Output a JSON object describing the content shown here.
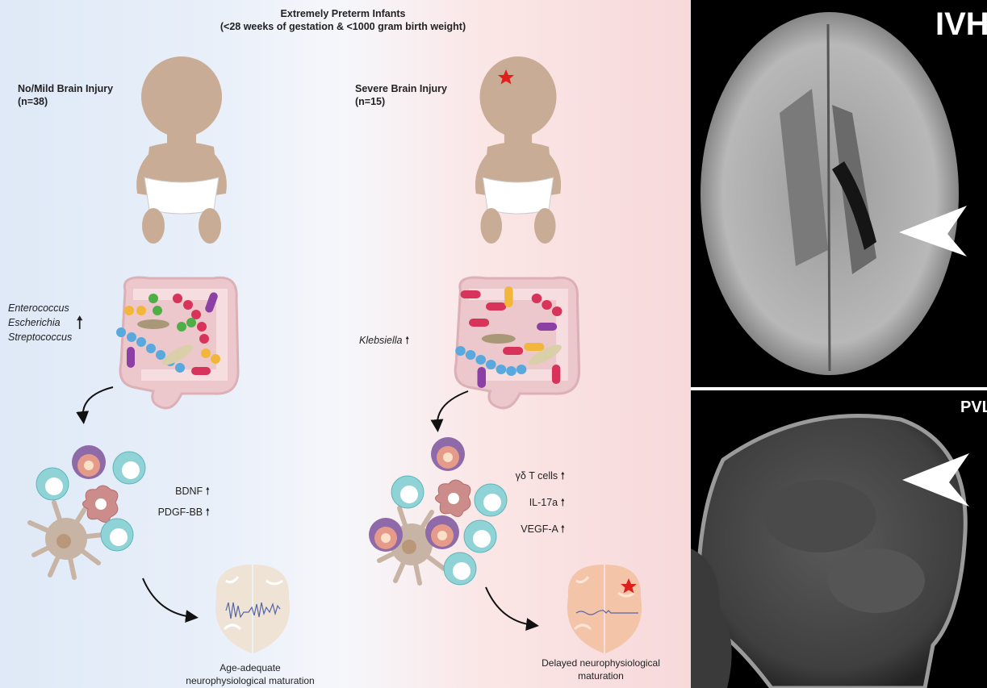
{
  "title": {
    "line1": "Extremely Preterm Infants",
    "line2": "(<28 weeks of gestation & <1000 gram birth weight)"
  },
  "groups": {
    "mild": {
      "label": "No/Mild Brain Injury",
      "n": "(n=38)",
      "bacteria": [
        "Enterococcus",
        "Escherichia",
        "Streptococcus"
      ],
      "markers": [
        "BDNF",
        "PDGF-BB"
      ],
      "outcome_line1": "Age-adequate",
      "outcome_line2": "neurophysiological maturation"
    },
    "severe": {
      "label": "Severe Brain Injury",
      "n": "(n=15)",
      "bacteria": [
        "Klebsiella"
      ],
      "markers": [
        "γδ T cells",
        "IL-17a",
        "VEGF-A"
      ],
      "outcome_line1": "Delayed neurophysiological",
      "outcome_line2": "maturation"
    }
  },
  "arrow_symbol": "🠕",
  "mri": {
    "top_label": "IVH",
    "bottom_label": "PVL"
  },
  "colors": {
    "skin": "#c9ac95",
    "injury_star": "#e0201c",
    "mild_bg": "#dfe9f7",
    "severe_bg": "#f7d9da"
  }
}
